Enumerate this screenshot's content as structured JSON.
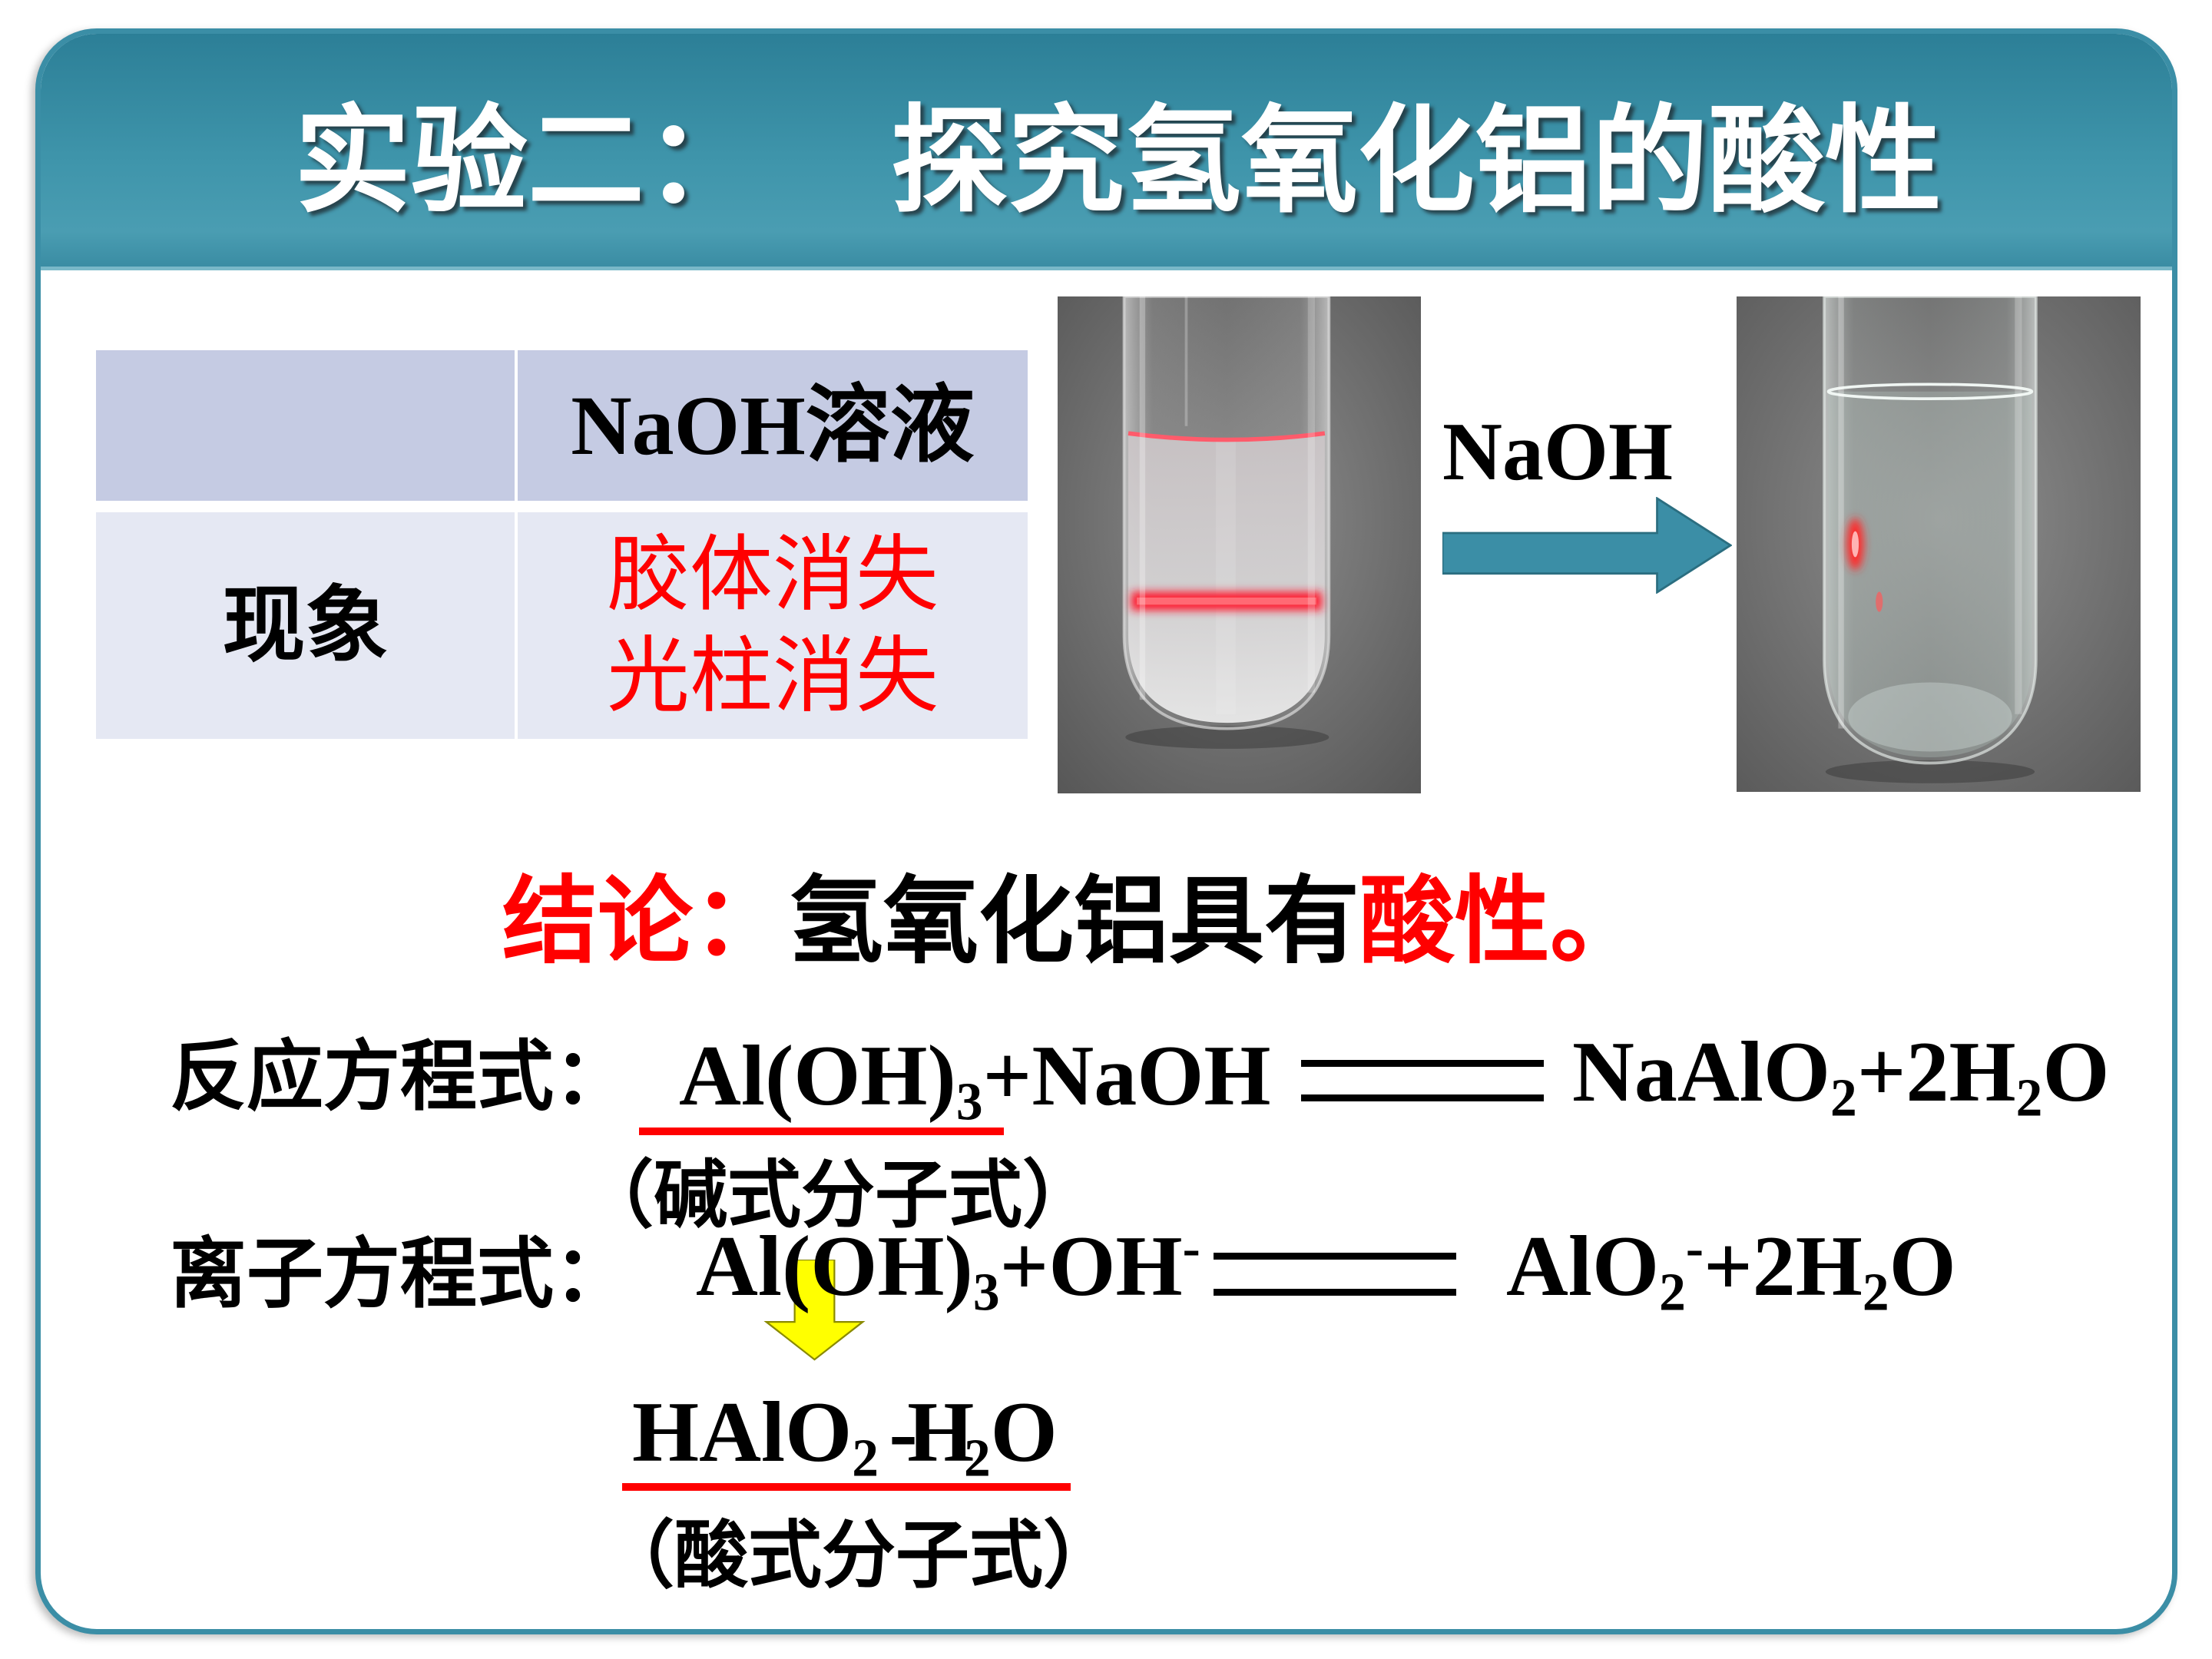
{
  "title": {
    "part1": "实验二：",
    "part2": "探究氢氧化铝的酸性"
  },
  "table": {
    "header_reagent": "NaOH溶液",
    "row_label": "现象",
    "observations": [
      "胶体消失",
      "光柱消失"
    ]
  },
  "reagent_arrow_label": "NaOH",
  "conclusion": {
    "prefix": "结论：",
    "subject": "氢氧化铝具有",
    "property": "酸性",
    "end": "。"
  },
  "reaction_equation": {
    "label": "反应方程式：",
    "lhs": [
      "Al(OH)",
      "3",
      "+NaOH"
    ],
    "rhs": [
      "NaAlO",
      "2",
      "+2H",
      "2",
      "O"
    ],
    "base_form_note": "（碱式分子式）"
  },
  "ionic_equation": {
    "label": "离子方程式：",
    "lhs": [
      "Al(OH)",
      "3",
      "+OH",
      "-"
    ],
    "rhs": [
      "AlO",
      "2",
      "-",
      "+2H",
      "2",
      "O"
    ]
  },
  "acid_form": {
    "formula": [
      "HAlO",
      "2",
      "-H",
      "2",
      "O"
    ],
    "note": "（酸式分子式）"
  },
  "colors": {
    "accent": "#3b8ea6",
    "accent_dark": "#2b6e80",
    "red": "#ff0000",
    "yellow": "#ffff00"
  }
}
